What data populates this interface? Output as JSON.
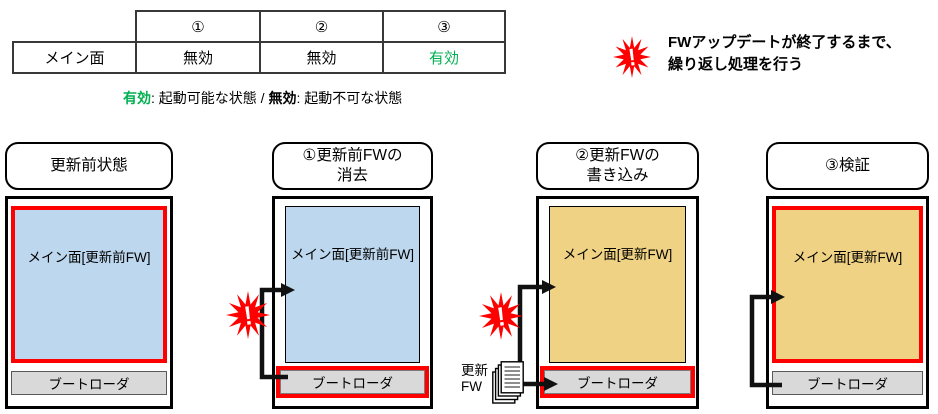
{
  "colors": {
    "accent_red": "#FF0000",
    "valid_green": "#00B050",
    "pre_update_fill_blue": "#BDD7EE",
    "updated_fill_gold": "#EFD283",
    "bootloader_gray": "#D9D9D9"
  },
  "table": {
    "headers": [
      "①",
      "②",
      "③"
    ],
    "row_label": "メイン面",
    "values": [
      "無効",
      "無効",
      "有効"
    ]
  },
  "legend": {
    "valid_term": "有効",
    "valid_desc": ": 起動可能な状態 / ",
    "invalid_term": "無効",
    "invalid_desc": ": 起動不可な状態"
  },
  "note": {
    "line1": "FWアップデートが終了するまで、",
    "line2": "繰り返し処理を行う"
  },
  "burst": {
    "exclamation": "!"
  },
  "update_fw": {
    "line1": "更新",
    "line2": "FW"
  },
  "panels": [
    {
      "title1": "更新前状態",
      "title2": "",
      "main_label": "メイン面[更新前FW]",
      "bootloader": "ブートローダ"
    },
    {
      "title1": "①更新前FWの",
      "title2": "消去",
      "main_label": "メイン面[更新前FW]",
      "bootloader": "ブートローダ"
    },
    {
      "title1": "②更新FWの",
      "title2": "書き込み",
      "main_label": "メイン面[更新FW]",
      "bootloader": "ブートローダ"
    },
    {
      "title1": "③検証",
      "title2": "",
      "main_label": "メイン面[更新FW]",
      "bootloader": "ブートローダ"
    }
  ]
}
